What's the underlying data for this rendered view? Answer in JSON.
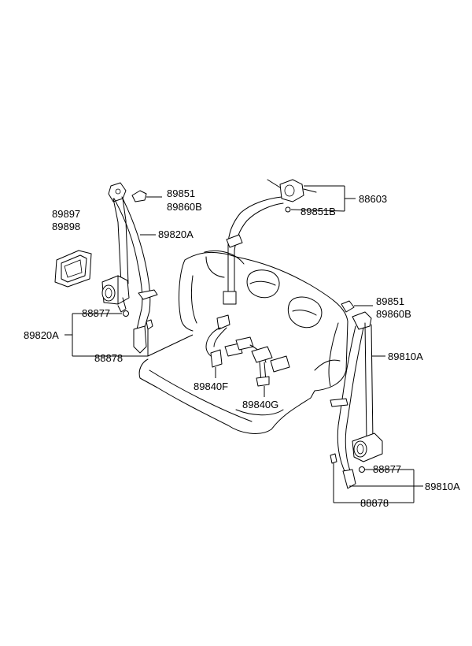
{
  "labels": {
    "l89851_a": "89851",
    "l89860B_a": "89860B",
    "l89897": "89897",
    "l89898": "89898",
    "l89820A_a": "89820A",
    "l88877_a": "88877",
    "l89820A_b": "89820A",
    "l88878_a": "88878",
    "l88603": "88603",
    "l89851B": "89851B",
    "l89851_b": "89851",
    "l89860B_b": "89860B",
    "l89810A_a": "89810A",
    "l89840F": "89840F",
    "l89840G": "89840G",
    "l88877_b": "88877",
    "l89810A_b": "89810A",
    "l88878_b": "88878"
  }
}
